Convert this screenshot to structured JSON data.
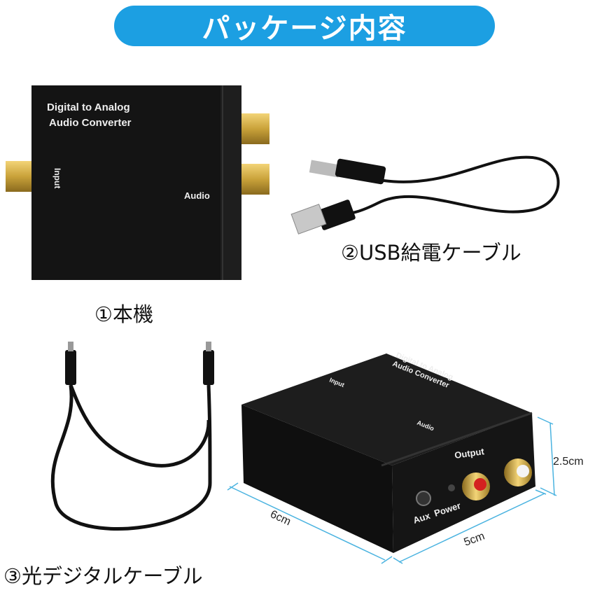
{
  "title": "パッケージ内容",
  "items": [
    {
      "label": "①本機"
    },
    {
      "label": "②USB給電ケーブル"
    },
    {
      "label": "③光デジタルケーブル"
    }
  ],
  "device_front": {
    "line1": "Digital to Analog",
    "line2": "Audio Converter",
    "input": "Input",
    "audio": "Audio"
  },
  "device_3d": {
    "line1": "Digital to Analog",
    "line2": "Audio Converter",
    "input": "Input",
    "audio": "Audio",
    "output": "Output",
    "aux": "Aux",
    "power": "Power"
  },
  "dimensions": {
    "width": "6cm",
    "depth": "5cm",
    "height": "2.5cm"
  },
  "colors": {
    "banner": "#1c9fe2",
    "dimension_lines": "#4ab3e0",
    "gold": "#c9a23a"
  }
}
